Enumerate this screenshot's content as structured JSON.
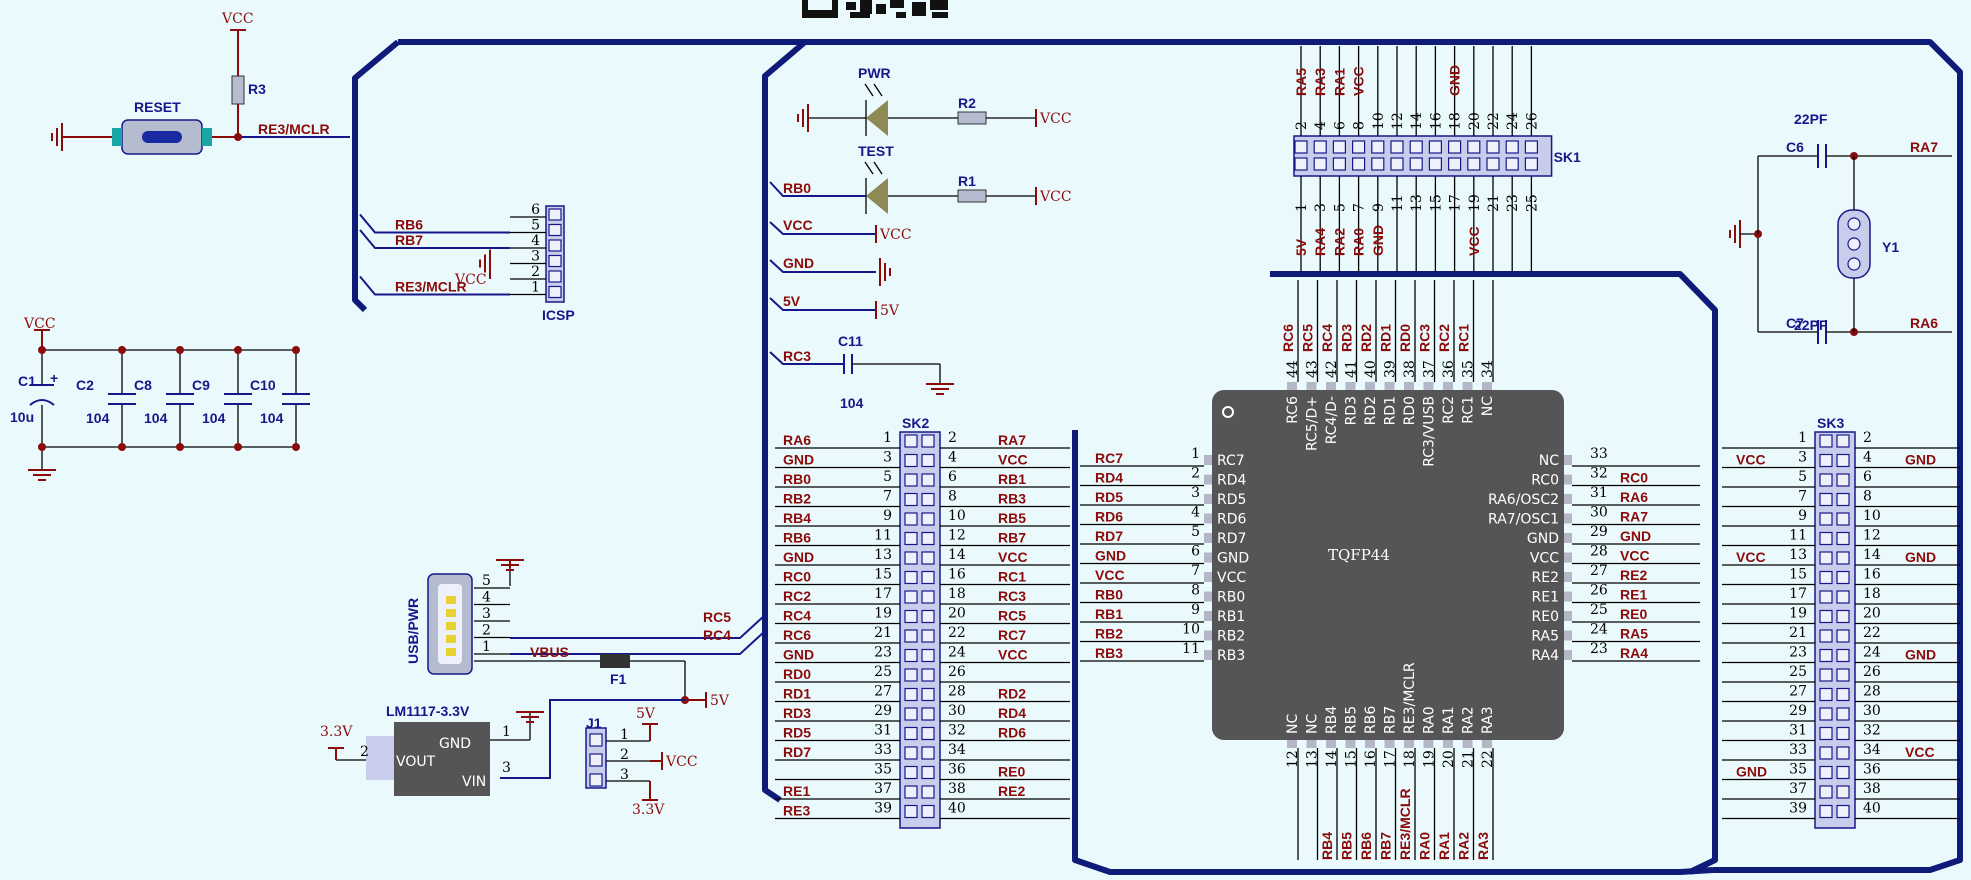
{
  "schematic": {
    "chip": {
      "name": "TQFP44",
      "left": [
        [
          "1",
          "RC7"
        ],
        [
          "2",
          "RD4"
        ],
        [
          "3",
          "RD5"
        ],
        [
          "4",
          "RD6"
        ],
        [
          "5",
          "RD7"
        ],
        [
          "6",
          "GND"
        ],
        [
          "7",
          "VCC"
        ],
        [
          "8",
          "RB0"
        ],
        [
          "9",
          "RB1"
        ],
        [
          "10",
          "RB2"
        ],
        [
          "11",
          "RB3"
        ]
      ],
      "right": [
        [
          "33",
          "NC"
        ],
        [
          "32",
          "RC0"
        ],
        [
          "31",
          "RA6/OSC2"
        ],
        [
          "30",
          "RA7/OSC1"
        ],
        [
          "29",
          "GND"
        ],
        [
          "28",
          "VCC"
        ],
        [
          "27",
          "RE2"
        ],
        [
          "26",
          "RE1"
        ],
        [
          "25",
          "RE0"
        ],
        [
          "24",
          "RA5"
        ],
        [
          "23",
          "RA4"
        ]
      ],
      "top": [
        [
          "44",
          "RC6"
        ],
        [
          "43",
          "RC5/D+"
        ],
        [
          "42",
          "RC4/D-"
        ],
        [
          "41",
          "RD3"
        ],
        [
          "40",
          "RD2"
        ],
        [
          "39",
          "RD1"
        ],
        [
          "38",
          "RD0"
        ],
        [
          "37",
          "RC3/VUSB"
        ],
        [
          "36",
          "RC2"
        ],
        [
          "35",
          "RC1"
        ],
        [
          "34",
          "NC"
        ]
      ],
      "bottom": [
        [
          "12",
          "NC"
        ],
        [
          "13",
          "NC"
        ],
        [
          "14",
          "RB4"
        ],
        [
          "15",
          "RB5"
        ],
        [
          "16",
          "RB6"
        ],
        [
          "17",
          "RB7"
        ],
        [
          "18",
          "RE3/MCLR"
        ],
        [
          "19",
          "RA0"
        ],
        [
          "20",
          "RA1"
        ],
        [
          "21",
          "RA2"
        ],
        [
          "22",
          "RA3"
        ]
      ],
      "left_nets": [
        "RC7",
        "RD4",
        "RD5",
        "RD6",
        "RD7",
        "GND",
        "VCC",
        "RB0",
        "RB1",
        "RB2",
        "RB3"
      ],
      "right_nets": [
        "",
        "RC0",
        "RA6",
        "RA7",
        "GND",
        "VCC",
        "RE2",
        "RE1",
        "RE0",
        "RA5",
        "RA4"
      ],
      "top_nets": [
        "RC6",
        "RC5",
        "RC4",
        "RD3",
        "RD2",
        "RD1",
        "RD0",
        "RC3",
        "RC2",
        "RC1",
        ""
      ],
      "bottom_nets": [
        "",
        "",
        "RB4",
        "RB5",
        "RB6",
        "RB7",
        "RE3/MCLR",
        "RA0",
        "RA1",
        "RA2",
        "RA3"
      ]
    },
    "sk2": {
      "name": "SK2",
      "rows": [
        [
          "1",
          "RA6",
          "2",
          "RA7"
        ],
        [
          "3",
          "GND",
          "4",
          "VCC"
        ],
        [
          "5",
          "RB0",
          "6",
          "RB1"
        ],
        [
          "7",
          "RB2",
          "8",
          "RB3"
        ],
        [
          "9",
          "RB4",
          "10",
          "RB5"
        ],
        [
          "11",
          "RB6",
          "12",
          "RB7"
        ],
        [
          "13",
          "GND",
          "14",
          "VCC"
        ],
        [
          "15",
          "RC0",
          "16",
          "RC1"
        ],
        [
          "17",
          "RC2",
          "18",
          "RC3"
        ],
        [
          "19",
          "RC4",
          "20",
          "RC5"
        ],
        [
          "21",
          "RC6",
          "22",
          "RC7"
        ],
        [
          "23",
          "GND",
          "24",
          "VCC"
        ],
        [
          "25",
          "RD0",
          "26",
          ""
        ],
        [
          "27",
          "RD1",
          "28",
          "RD2"
        ],
        [
          "29",
          "RD3",
          "30",
          "RD4"
        ],
        [
          "31",
          "RD5",
          "32",
          "RD6"
        ],
        [
          "33",
          "RD7",
          "34",
          ""
        ],
        [
          "35",
          "",
          "36",
          "RE0"
        ],
        [
          "37",
          "RE1",
          "38",
          "RE2"
        ],
        [
          "39",
          "RE3",
          "40",
          ""
        ]
      ]
    },
    "sk3": {
      "name": "SK3",
      "rows": [
        [
          "1",
          "",
          "2",
          ""
        ],
        [
          "3",
          "VCC",
          "4",
          "GND"
        ],
        [
          "5",
          "",
          "6",
          ""
        ],
        [
          "7",
          "",
          "8",
          ""
        ],
        [
          "9",
          "",
          "10",
          ""
        ],
        [
          "11",
          "",
          "12",
          ""
        ],
        [
          "13",
          "VCC",
          "14",
          "GND"
        ],
        [
          "15",
          "",
          "16",
          ""
        ],
        [
          "17",
          "",
          "18",
          ""
        ],
        [
          "19",
          "",
          "20",
          ""
        ],
        [
          "21",
          "",
          "22",
          ""
        ],
        [
          "23",
          "",
          "24",
          "GND"
        ],
        [
          "25",
          "",
          "26",
          ""
        ],
        [
          "27",
          "",
          "28",
          ""
        ],
        [
          "29",
          "",
          "30",
          ""
        ],
        [
          "31",
          "",
          "32",
          ""
        ],
        [
          "33",
          "",
          "34",
          "VCC"
        ],
        [
          "35",
          "GND",
          "36",
          ""
        ],
        [
          "37",
          "",
          "38",
          ""
        ],
        [
          "39",
          "",
          "40",
          ""
        ]
      ]
    },
    "sk1": {
      "name": "SK1",
      "top_pins": [
        "2",
        "4",
        "6",
        "8",
        "10",
        "12",
        "14",
        "16",
        "18",
        "20",
        "22",
        "24",
        "26"
      ],
      "top_nets": [
        "RA5",
        "RA3",
        "RA1",
        "VCC",
        "",
        "",
        "",
        "",
        "GND",
        "",
        "",
        "",
        ""
      ],
      "bot_pins": [
        "1",
        "3",
        "5",
        "7",
        "9",
        "11",
        "13",
        "15",
        "17",
        "19",
        "21",
        "23",
        "25"
      ],
      "bot_nets": [
        "5V",
        "RA4",
        "RA2",
        "RA0",
        "GND",
        "",
        "",
        "",
        "",
        "VCC",
        "",
        "",
        ""
      ]
    },
    "icsp": {
      "name": "ICSP",
      "pins": [
        "6",
        "5",
        "4",
        "3",
        "2",
        "1"
      ],
      "nets": [
        "",
        "RB6",
        "RB7",
        "",
        "VCC",
        "RE3/MCLR"
      ]
    },
    "reset": {
      "label": "RESET",
      "resistor": "R3",
      "vcc": "VCC",
      "net": "RE3/MCLR"
    },
    "leds": [
      {
        "label": "PWR",
        "resistor": "R2",
        "vcc": "VCC"
      },
      {
        "label": "TEST",
        "resistor": "R1",
        "vcc": "VCC",
        "net": "RB0"
      }
    ],
    "left_bus_nets": {
      "vcc": "VCC",
      "gnd": "GND",
      "v5": "5V",
      "rc3": "RC3",
      "c11": "C11",
      "c11v": "104"
    },
    "caps": {
      "vcc": "VCC",
      "c1": "C1",
      "c1v": "10u",
      "list": [
        [
          "C2",
          "104"
        ],
        [
          "C8",
          "104"
        ],
        [
          "C9",
          "104"
        ],
        [
          "C10",
          "104"
        ]
      ]
    },
    "crystal": {
      "name": "Y1",
      "c6": "C6",
      "c7": "C7",
      "val": "22PF",
      "ra7": "RA7",
      "ra6": "RA6"
    },
    "usb": {
      "name": "USB/PWR",
      "pins": [
        "5",
        "4",
        "3",
        "2",
        "1"
      ],
      "rc5": "RC5",
      "rc4": "RC4",
      "vbus": "VBUS",
      "fuse": "F1",
      "v5": "5V"
    },
    "reg": {
      "name": "LM1117-3.3V",
      "gnd": "GND",
      "vout": "VOUT",
      "vin": "VIN",
      "p1": "1",
      "p2": "2",
      "p3": "3",
      "v33": "3.3V"
    },
    "j1": {
      "name": "J1",
      "pins": [
        "1",
        "2",
        "3"
      ],
      "v5": "5V",
      "vcc": "VCC",
      "v33": "3.3V"
    }
  }
}
